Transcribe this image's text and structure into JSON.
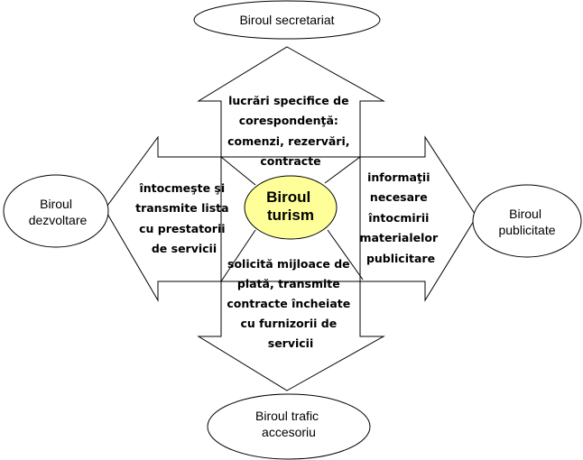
{
  "center": {
    "lines": [
      "Biroul",
      "turism"
    ],
    "fill": "#FFFF99"
  },
  "nodes": {
    "top": {
      "lines": [
        "Biroul secretariat"
      ]
    },
    "left": {
      "lines": [
        "Biroul",
        "dezvoltare"
      ]
    },
    "right": {
      "lines": [
        "Biroul",
        "publicitate"
      ]
    },
    "bottom": {
      "lines": [
        "Biroul trafic",
        "accesoriu"
      ]
    }
  },
  "arrows": {
    "top": {
      "lines": [
        "lucrări specifice de",
        "corespondenţă:",
        "comenzi, rezervări,",
        "contracte"
      ]
    },
    "left": {
      "lines": [
        "întocmeşte şi",
        "transmite lista",
        "cu prestatorii",
        "de servicii"
      ]
    },
    "right": {
      "lines": [
        "informaţii",
        "necesare",
        "întocmirii",
        "materialelor",
        "publicitare"
      ]
    },
    "bottom": {
      "lines": [
        "solicită mijloace de",
        "plată, transmite",
        "contracte încheiate",
        "cu furnizorii de",
        "servicii"
      ]
    }
  }
}
